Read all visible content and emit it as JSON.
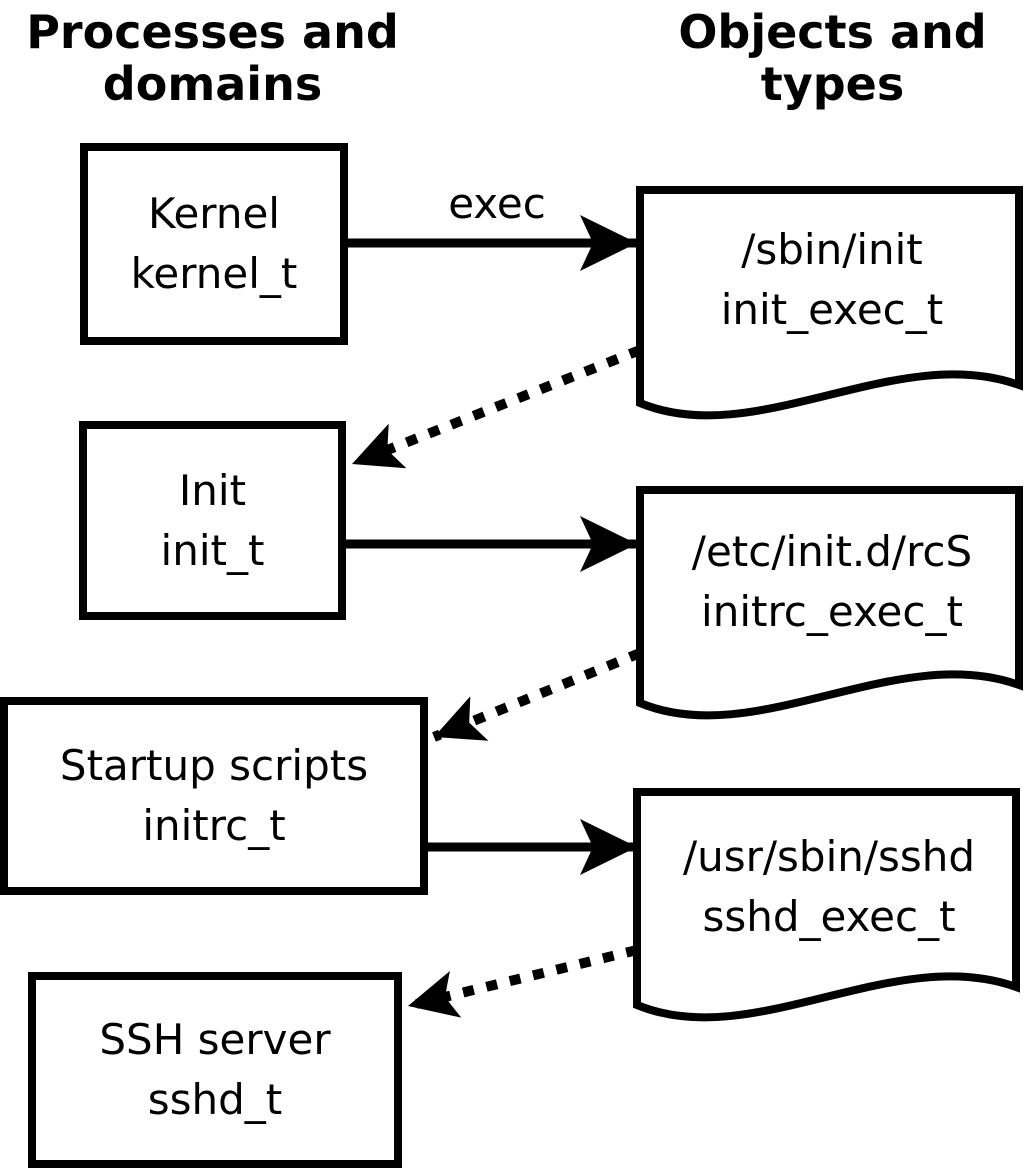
{
  "headers": {
    "left": "Processes and domains",
    "right": "Objects and types"
  },
  "processes": [
    {
      "label": "Kernel",
      "type": "kernel_t"
    },
    {
      "label": "Init",
      "type": "init_t"
    },
    {
      "label": "Startup scripts",
      "type": "initrc_t"
    },
    {
      "label": "SSH server",
      "type": "sshd_t"
    }
  ],
  "objects": [
    {
      "path": "/sbin/init",
      "type": "init_exec_t"
    },
    {
      "path": "/etc/init.d/rcS",
      "type": "initrc_exec_t"
    },
    {
      "path": "/usr/sbin/sshd",
      "type": "sshd_exec_t"
    }
  ],
  "edges": {
    "exec_label": "exec"
  },
  "colors": {
    "ink": "#000000",
    "background": "#ffffff"
  }
}
